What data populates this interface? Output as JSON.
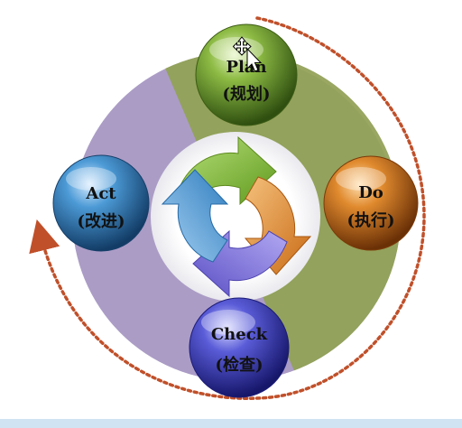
{
  "diagram": {
    "nodes": [
      {
        "key": "plan",
        "name_en": "Plan",
        "name_zh": "(规划)",
        "color": "#7fa23a"
      },
      {
        "key": "do",
        "name_en": "Do",
        "name_zh": "(执行)",
        "color": "#d9781e"
      },
      {
        "key": "check",
        "name_en": "Check",
        "name_zh": "(检查)",
        "color": "#4a4ad0"
      },
      {
        "key": "act",
        "name_en": "Act",
        "name_zh": "(改进)",
        "color": "#3f8cc8"
      }
    ],
    "colors": {
      "ring_green": "#93a25c",
      "ring_purple": "#ab9cc6",
      "dashed_arrow": "#c0502a",
      "arrow_green": "#7fb536",
      "arrow_orange": "#d97f2a",
      "arrow_purple": "#7b6fd3",
      "arrow_blue": "#4a95cf"
    },
    "icons": [
      "cycle-arrows-icon",
      "move-cursor-icon"
    ]
  }
}
